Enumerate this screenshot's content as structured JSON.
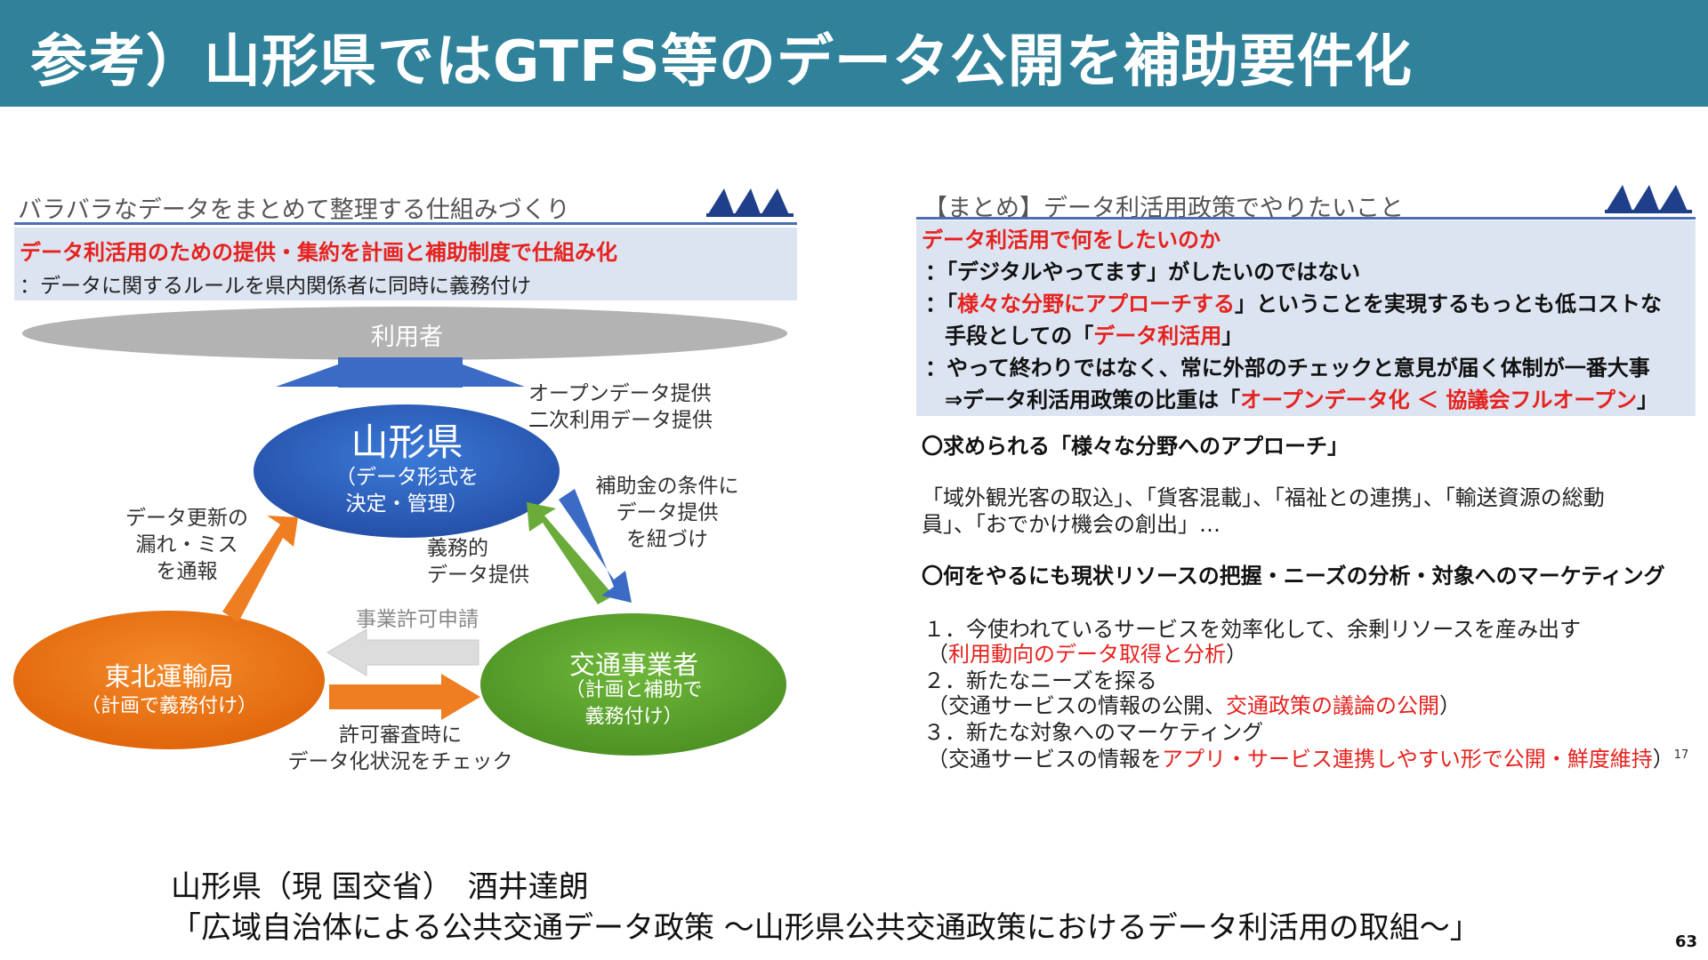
{
  "slide": {
    "title": "参考）山形県ではGTFS等のデータ公開を補助要件化",
    "page_number": "63"
  },
  "left": {
    "heading": "バラバラなデータをまとめて整理する仕組みづくり",
    "box_line1": "データ利活用のための提供・集約を計画と補助制度で仕組み化",
    "box_line2": "：データに関するルールを県内関係者に同時に義務付け",
    "users": "利用者",
    "yamagata_title": "山形県",
    "yamagata_sub1": "（データ形式を",
    "yamagata_sub2": "決定・管理）",
    "tohoku_title": "東北運輸局",
    "tohoku_sub": "（計画で義務付け）",
    "operator_title": "交通事業者",
    "operator_sub1": "（計画と補助で",
    "operator_sub2": "義務付け）",
    "open_data_1": "オープンデータ提供",
    "open_data_2": "二次利用データ提供",
    "subsidy_1": "補助金の条件に",
    "subsidy_2": "データ提供",
    "subsidy_3": "を紐づけ",
    "duty_1": "義務的",
    "duty_2": "データ提供",
    "update_1": "データ更新の",
    "update_2": "漏れ・ミス",
    "update_3": "を通報",
    "permit_app": "事業許可申請",
    "permit_check_1": "許可審査時に",
    "permit_check_2": "データ化状況をチェック"
  },
  "right": {
    "heading": "【まとめ】データ利活用政策でやりたいこと",
    "q": "データ利活用で何をしたいのか",
    "p1": "：「デジタルやってます」がしたいのではない",
    "p2_a": "：「",
    "p2_b": "様々な分野にアプローチする",
    "p2_c": "」ということを実現するもっとも低コストな",
    "p3_a": "手段としての「",
    "p3_b": "データ利活用",
    "p3_c": "」",
    "p4": "：やって終わりではなく、常に外部のチェックと意見が届く体制が一番大事",
    "p5_a": "⇒データ利活用政策の比重は「",
    "p5_b": "オープンデータ化 ＜ 協議会フルオープン",
    "p5_c": "」",
    "s1": "〇求められる「様々な分野へのアプローチ」",
    "s1_body1": "「域外観光客の取込」、「貨客混載」、「福祉との連携」、「輸送資源の総動",
    "s1_body2": "員」、「おでかけ機会の創出」…",
    "s2": "〇何をやるにも現状リソースの把握・ニーズの分析・対象へのマーケティング",
    "i1": "１．今使われているサービスを効率化して、余剰リソースを産み出す",
    "i1_sub_a": "（",
    "i1_sub_b": "利用動向のデータ取得と分析",
    "i1_sub_c": "）",
    "i2": "２．新たなニーズを探る",
    "i2_sub_a": "（交通サービスの情報の公開、",
    "i2_sub_b": "交通政策の議論の公開",
    "i2_sub_c": "）",
    "i3": "３．新たな対象へのマーケティング",
    "i3_sub_a": "（交通サービスの情報を",
    "i3_sub_b": "アプリ・サービス連携しやすい形で公開・鮮度維持",
    "i3_sub_c": "）",
    "i3_page": "17"
  },
  "credit": {
    "line1": "山形県（現 国交省）　酒井達朗",
    "line2": "「広域自治体による公共交通データ政策 ～山形県公共交通政策におけるデータ利活用の取組～」"
  },
  "colors": {
    "title_bar": "#2f8299",
    "accent_red": "#e6221e",
    "box_bg": "#dce3f1",
    "yamagata": "#2d62c0",
    "tohoku": "#f07b18",
    "operator": "#5fa62e",
    "users": "#b3b3b3"
  }
}
